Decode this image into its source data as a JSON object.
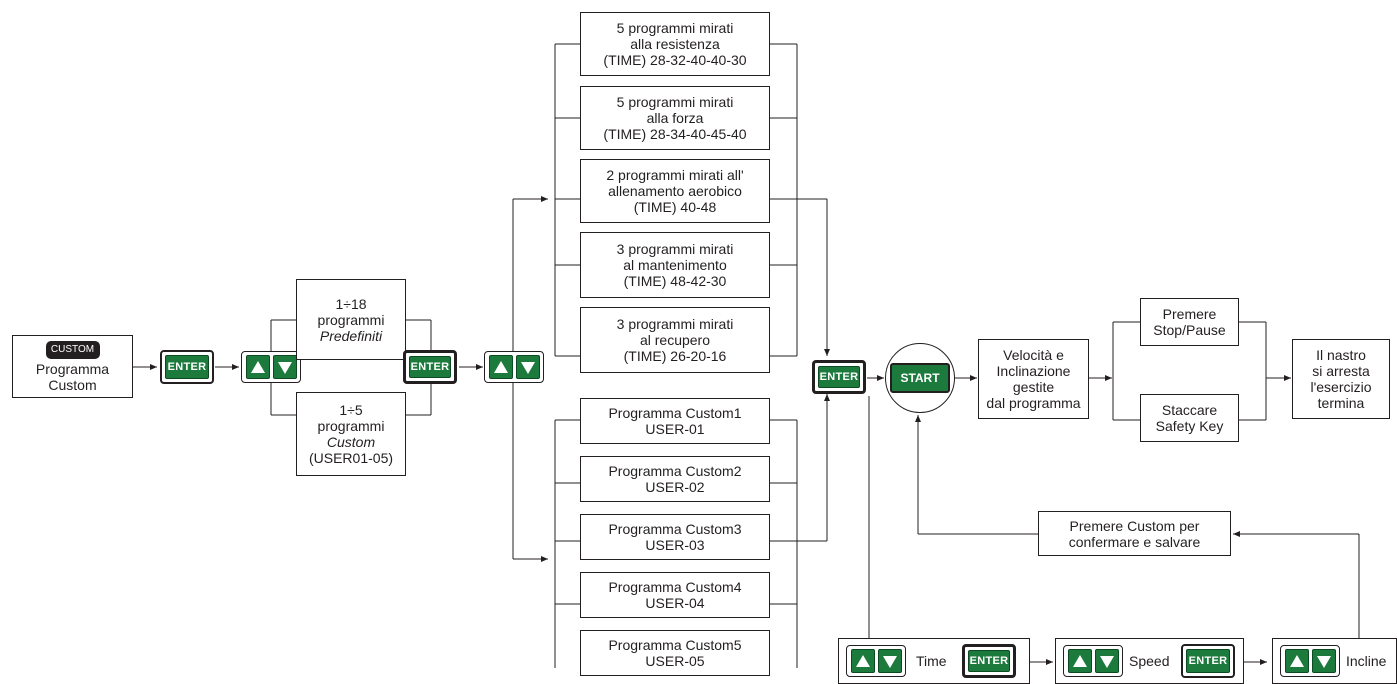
{
  "start_box": {
    "key_label": "CUSTOM",
    "line1": "Programma",
    "line2": "Custom"
  },
  "keys": {
    "enter": "ENTER",
    "start": "START"
  },
  "mode_boxes": [
    {
      "line1": "1÷18",
      "line2": "programmi",
      "line3": "Predefiniti"
    },
    {
      "line1": "1÷5",
      "line2": "programmi",
      "line3": "Custom",
      "line4": "(USER01-05)"
    }
  ],
  "preset_programs": [
    {
      "line1": "5 programmi mirati",
      "line2": "alla resistenza",
      "line3": "(TIME) 28-32-40-40-30"
    },
    {
      "line1": "5 programmi mirati",
      "line2": "alla forza",
      "line3": "(TIME) 28-34-40-45-40"
    },
    {
      "line1": "2 programmi mirati all'",
      "line2": "allenamento aerobico",
      "line3": "(TIME) 40-48"
    },
    {
      "line1": "3 programmi mirati",
      "line2": "al mantenimento",
      "line3": "(TIME) 48-42-30"
    },
    {
      "line1": "3 programmi mirati",
      "line2": "al recupero",
      "line3": "(TIME) 26-20-16"
    }
  ],
  "custom_programs": [
    {
      "line1": "Programma Custom1",
      "line2": "USER-01"
    },
    {
      "line1": "Programma Custom2",
      "line2": "USER-02"
    },
    {
      "line1": "Programma Custom3",
      "line2": "USER-03"
    },
    {
      "line1": "Programma Custom4",
      "line2": "USER-04"
    },
    {
      "line1": "Programma Custom5",
      "line2": "USER-05"
    }
  ],
  "result_box": {
    "line1": "Velocità e",
    "line2": "Inclinazione",
    "line3": "gestite",
    "line4": "dal programma"
  },
  "stop_options": [
    {
      "line1": "Premere",
      "line2": "Stop/Pause"
    },
    {
      "line1": "Staccare",
      "line2": "Safety Key"
    }
  ],
  "end_box": {
    "line1": "Il nastro",
    "line2": "si arresta",
    "line3": "l'esercizio",
    "line4": "termina"
  },
  "save_box": {
    "line1": "Premere Custom per",
    "line2": "confermare e salvare"
  },
  "settings": {
    "time": "Time",
    "speed": "Speed",
    "incline": "Incline"
  }
}
